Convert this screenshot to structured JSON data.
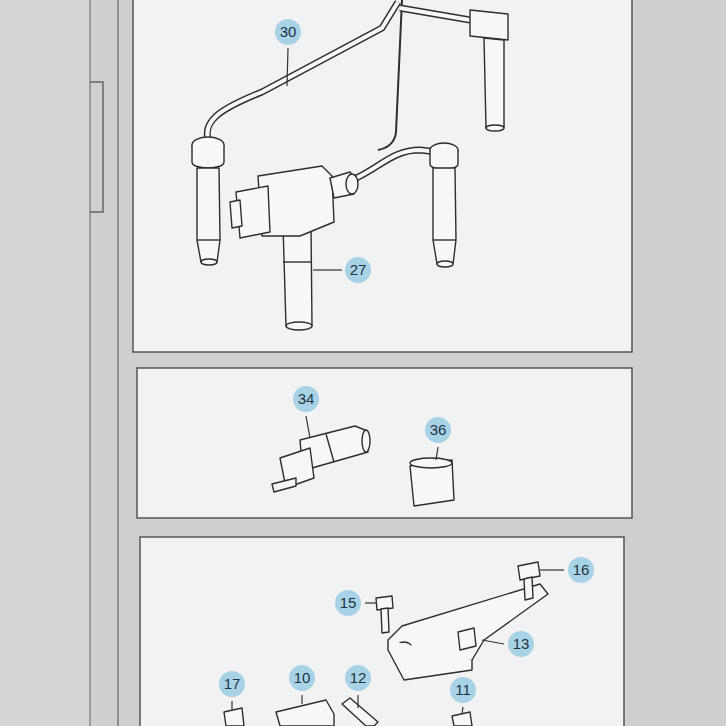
{
  "diagram": {
    "labels": [
      "30",
      "27",
      "34",
      "36",
      "16",
      "15",
      "13",
      "17",
      "10",
      "12",
      "11"
    ]
  }
}
